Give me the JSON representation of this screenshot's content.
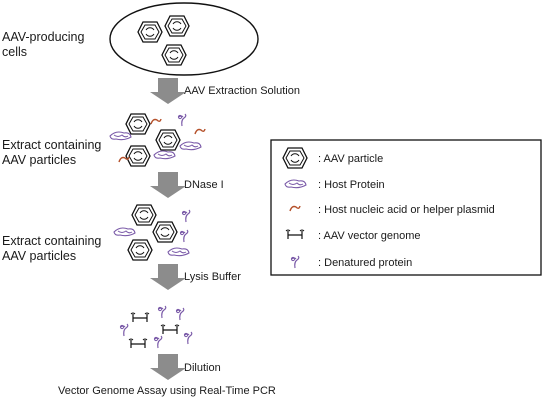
{
  "stages": {
    "cells_label": "AAV-producing cells",
    "extract1_label": "Extract containing AAV particles",
    "extract2_label": "Extract containing AAV particles"
  },
  "steps": {
    "step1": "AAV Extraction Solution",
    "step2": "DNase I",
    "step3": "Lysis Buffer",
    "step4": "Dilution"
  },
  "final": "Vector Genome Assay using Real-Time PCR",
  "legend": {
    "items": [
      {
        "icon": "aav-particle-icon",
        "label": "AAV particle"
      },
      {
        "icon": "host-protein-icon",
        "label": "Host Protein"
      },
      {
        "icon": "nucleic-acid-icon",
        "label": "Host nucleic acid or helper plasmid"
      },
      {
        "icon": "vector-genome-icon",
        "label": "AAV vector genome"
      },
      {
        "icon": "denatured-protein-icon",
        "label": "Denatured protein"
      }
    ]
  },
  "colors": {
    "arrow": "#8c8c8c",
    "protein": "#7a5aa8",
    "nucleic": "#b5512b",
    "outline": "#111111"
  }
}
